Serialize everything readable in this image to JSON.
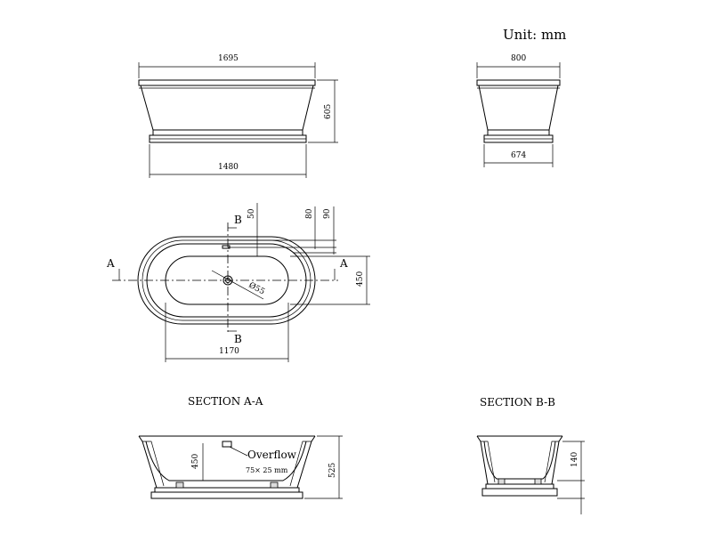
{
  "unit_label": "Unit: mm",
  "front_view": {
    "top_length": "1695",
    "base_length": "1480",
    "height": "605"
  },
  "side_view": {
    "top_width": "800",
    "base_width": "674"
  },
  "plan_view": {
    "dim_50": "50",
    "dim_80": "80",
    "dim_90": "90",
    "inner_width": "450",
    "inner_length": "1170",
    "drain": "Ø55",
    "section_a": "A",
    "section_b": "B"
  },
  "section_aa": {
    "title": "SECTION  A-A",
    "depth": "450",
    "height": "525",
    "overflow_label": "Overflow",
    "overflow_size": "75× 25  mm"
  },
  "section_bb": {
    "title": "SECTION  B-B",
    "dim_140": "140"
  }
}
